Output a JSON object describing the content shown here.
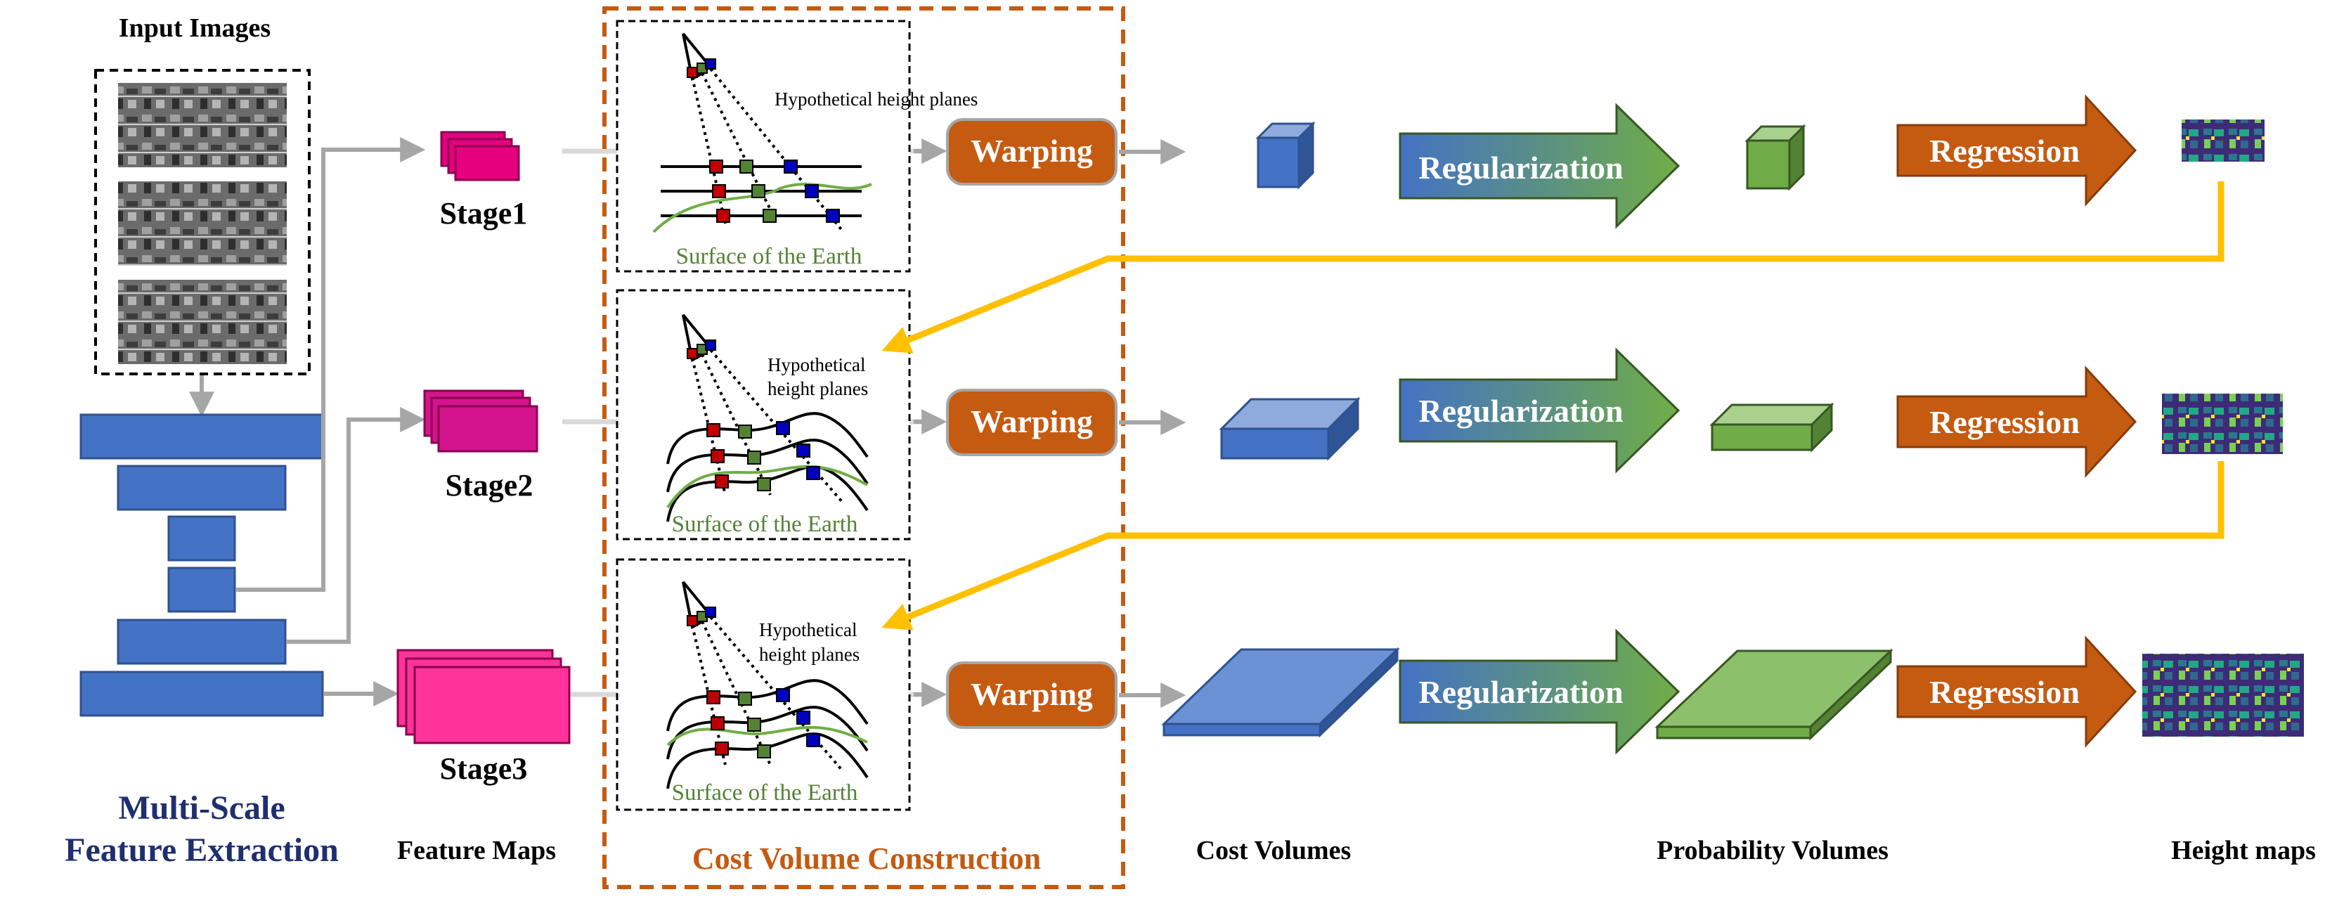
{
  "title_input_images": "Input Images",
  "left_title_line1": "Multi-Scale",
  "left_title_line2": "Feature Extraction",
  "feature_maps_label": "Feature Maps",
  "cost_volume_construction_label": "Cost Volume Construction",
  "cost_volumes_label": "Cost Volumes",
  "probability_volumes_label": "Probability Volumes",
  "height_maps_label": "Height maps",
  "stages": [
    {
      "stage_label": "Stage1",
      "warping_label": "Warping",
      "regularization_label": "Regularization",
      "regression_label": "Regression",
      "hypothetical_line1": "Hypothetical height planes",
      "hypothetical_line2": "",
      "surface_label": "Surface of  the Earth"
    },
    {
      "stage_label": "Stage2",
      "warping_label": "Warping",
      "regularization_label": "Regularization",
      "regression_label": "Regression",
      "hypothetical_line1": "Hypothetical",
      "hypothetical_line2": "height planes",
      "surface_label": "Surface of  the Earth"
    },
    {
      "stage_label": "Stage3",
      "warping_label": "Warping",
      "regularization_label": "Regularization",
      "regression_label": "Regression",
      "hypothetical_line1": "Hypothetical",
      "hypothetical_line2": "height planes",
      "surface_label": "Surface of  the Earth"
    }
  ],
  "colors": {
    "title_blue": "#1f2f6e",
    "warping_orange": "#c55a11",
    "cost_volume_border": "#c55a11",
    "cost_volume_blue": "#4472c4",
    "probability_green": "#70ad47",
    "feature_pink": "#e6007e",
    "encoder_blue": "#4472c4",
    "yellow_arrow": "#ffc000",
    "surface_green": "#548235",
    "grey_arrow": "#a6a6a6"
  }
}
